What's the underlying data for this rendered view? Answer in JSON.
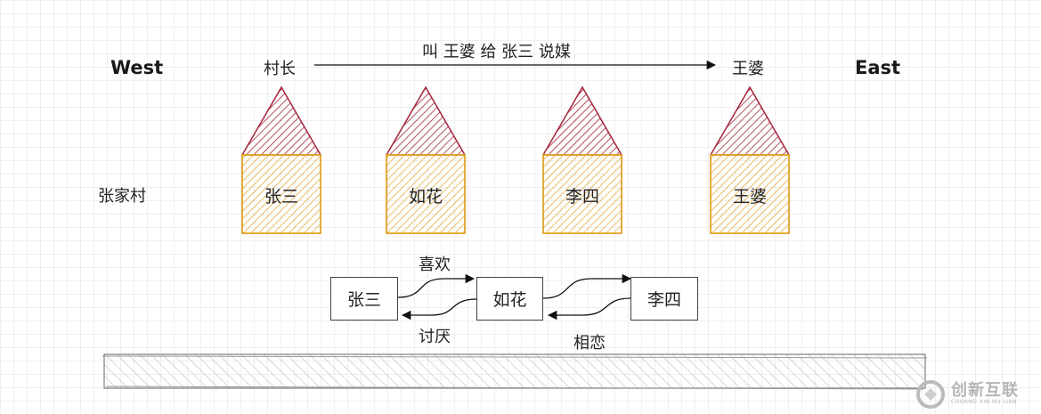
{
  "directions": {
    "west": "West",
    "east": "East"
  },
  "top_message": {
    "from": "村长",
    "to": "王婆",
    "text": "叫 王婆 给 张三 说媒"
  },
  "village": {
    "name": "张家村",
    "houses": [
      "张三",
      "如花",
      "李四",
      "王婆"
    ]
  },
  "relations": {
    "nodes": [
      "张三",
      "如花",
      "李四"
    ],
    "edges": [
      {
        "from": "张三",
        "to": "如花",
        "label": "喜欢"
      },
      {
        "from": "如花",
        "to": "张三",
        "label": "讨厌"
      },
      {
        "from": "如花",
        "to": "李四",
        "label": "相恋"
      }
    ]
  },
  "watermark": {
    "text": "创新互联",
    "subtext": "CHUANG XIN HU LIAN"
  },
  "colors": {
    "roof": "#a3263a",
    "wall": "#e0a427",
    "ground": "#999999",
    "line": "#111111"
  }
}
